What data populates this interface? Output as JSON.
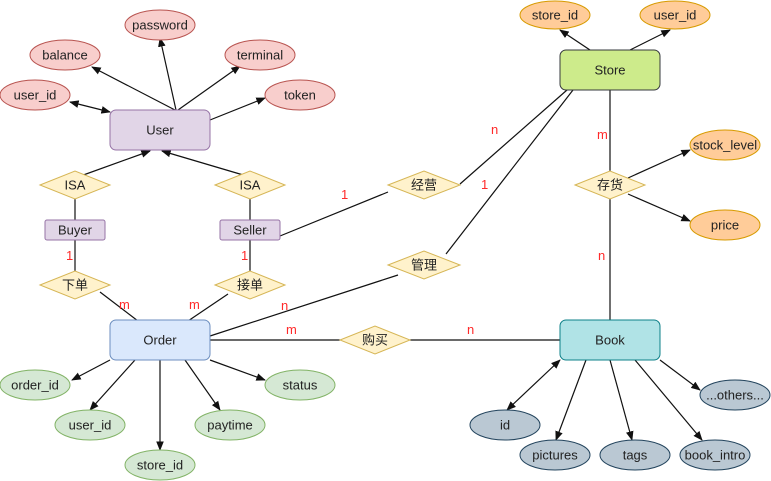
{
  "entities": {
    "user": "User",
    "store": "Store",
    "order": "Order",
    "book": "Book",
    "buyer": "Buyer",
    "seller": "Seller"
  },
  "relationships": {
    "isa_left": "ISA",
    "isa_right": "ISA",
    "place_order": "下单",
    "take_order": "接单",
    "operate": "经营",
    "manage": "管理",
    "stock": "存货",
    "purchase": "购买"
  },
  "attributes": {
    "user": [
      "user_id",
      "balance",
      "password",
      "terminal",
      "token"
    ],
    "store": [
      "store_id",
      "user_id",
      "stock_level",
      "price"
    ],
    "order": [
      "order_id",
      "user_id",
      "store_id",
      "paytime",
      "status"
    ],
    "book": [
      "id",
      "pictures",
      "tags",
      "book_intro",
      "...others..."
    ]
  },
  "cardinalities": {
    "buyer_order_1": "1",
    "buyer_order_m": "m",
    "seller_order_1": "1",
    "seller_order_m": "m",
    "operate_n": "n",
    "operate_1": "1",
    "manage_1": "1",
    "manage_n": "n",
    "stock_m": "m",
    "stock_n": "n",
    "purchase_m": "m",
    "purchase_n": "n"
  },
  "colors": {
    "user_attr_fill": "#f8cecc",
    "user_attr_stroke": "#b85450",
    "store_attr_fill": "#ffcc99",
    "store_attr_stroke": "#d79b00",
    "order_attr_fill": "#d5e8d4",
    "order_attr_stroke": "#82b366",
    "book_attr_fill": "#bac8d3",
    "book_attr_stroke": "#23445d",
    "user_fill": "#e1d5e7",
    "user_stroke": "#9673a6",
    "store_fill": "#cdeb8b",
    "store_stroke": "#36393d",
    "order_fill": "#dae8fc",
    "order_stroke": "#6c8ebf",
    "book_fill": "#b0e3e6",
    "book_stroke": "#0e8088",
    "rel_fill": "#fff2cc",
    "rel_stroke": "#d6b656",
    "card_color": "#ff2a2a"
  }
}
